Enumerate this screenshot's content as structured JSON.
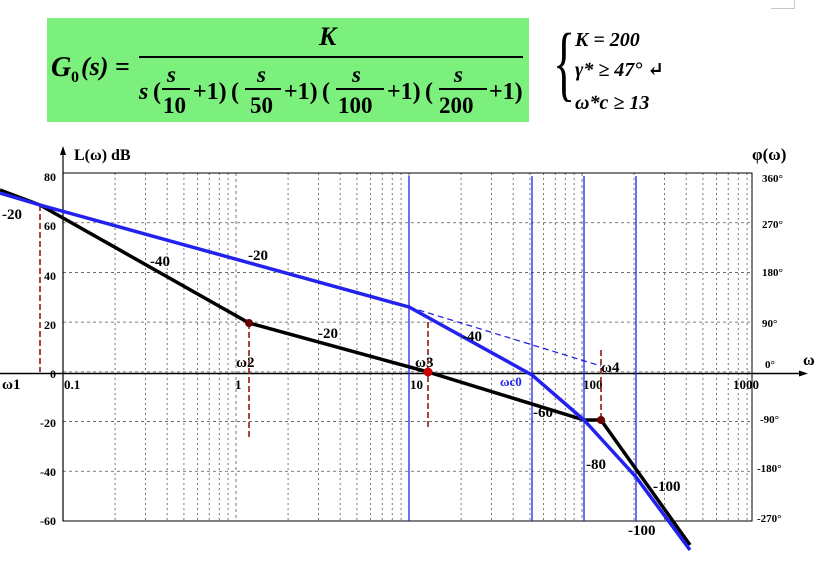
{
  "formula": {
    "lhs_main": "G",
    "lhs_sub": "0",
    "lhs_arg": "(s) =",
    "numerator": "K",
    "den_s": "s",
    "den_parts": [
      "(",
      "s",
      "+1)(",
      "s",
      "+1)(",
      "s",
      "+1)(",
      "s",
      "+1)"
    ],
    "den_fracs": [
      {
        "top": "s",
        "bottom": "10"
      },
      {
        "top": "s",
        "bottom": "50"
      },
      {
        "top": "s",
        "bottom": "100"
      },
      {
        "top": "s",
        "bottom": "200"
      }
    ],
    "den_plus": "+1)",
    "den_open": "("
  },
  "requirements": {
    "brace": "{",
    "lines": [
      "K = 200",
      "γ* ≥ 47° ↵",
      "ω*c ≥ 13"
    ]
  },
  "chart": {
    "left_axis_title": "L(ω) dB",
    "right_axis_title": "φ(ω)",
    "x_axis_symbol": "ω",
    "left_ticks": [
      "80",
      "60",
      "40",
      "20",
      "0",
      "-20",
      "-40",
      "-60"
    ],
    "right_ticks": [
      "360°",
      "270°",
      "180°",
      "90°",
      "0°",
      "-90°",
      "-180°",
      "-270°"
    ],
    "x_ticks": [
      "0.1",
      "1",
      "10",
      "100",
      "1000"
    ],
    "slope_labels": {
      "left_edge": "-20",
      "black_first": "-40",
      "blue_first": "-20",
      "black_second": "-20",
      "blue_second": "-40",
      "black_third": "-60",
      "blue_third": "-80",
      "black_fourth": "-100",
      "blue_fourth": "-100"
    },
    "point_labels": {
      "omega1": "ω1",
      "omega2": "ω2",
      "omega3": "ω3",
      "omega_c0": "ωc0",
      "omega4": "ω4"
    }
  },
  "colors": {
    "formula_bg": "#7cf07c",
    "black_curve": "#000000",
    "blue_curve": "#2222ee",
    "marker_dashes": "#8b1a1a",
    "point_red": "#cc0000",
    "grid": "#555555"
  }
}
